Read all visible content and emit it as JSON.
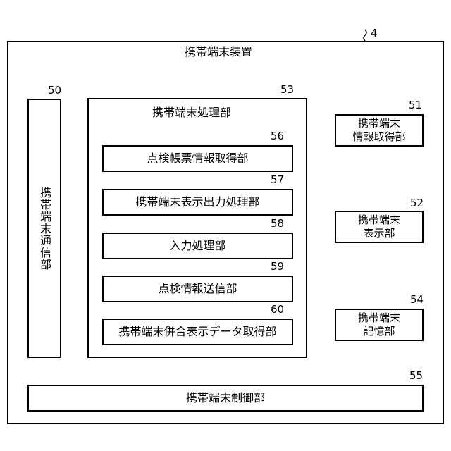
{
  "device": {
    "ref": "4",
    "title": "携帯端末装置"
  },
  "communication_unit": {
    "ref": "50",
    "label": "携帯端末通信部"
  },
  "processing_unit": {
    "ref": "53",
    "title": "携帯端末処理部",
    "modules": [
      {
        "ref": "56",
        "label": "点検帳票情報取得部"
      },
      {
        "ref": "57",
        "label": "携帯端末表示出力処理部"
      },
      {
        "ref": "58",
        "label": "入力処理部"
      },
      {
        "ref": "59",
        "label": "点検情報送信部"
      },
      {
        "ref": "60",
        "label": "携帯端末併合表示データ取得部"
      }
    ]
  },
  "info_acquisition_unit": {
    "ref": "51",
    "line1": "携帯端末",
    "line2": "情報取得部"
  },
  "display_unit": {
    "ref": "52",
    "line1": "携帯端末",
    "line2": "表示部"
  },
  "storage_unit": {
    "ref": "54",
    "line1": "携帯端末",
    "line2": "記憶部"
  },
  "control_unit": {
    "ref": "55",
    "label": "携帯端末制御部"
  }
}
